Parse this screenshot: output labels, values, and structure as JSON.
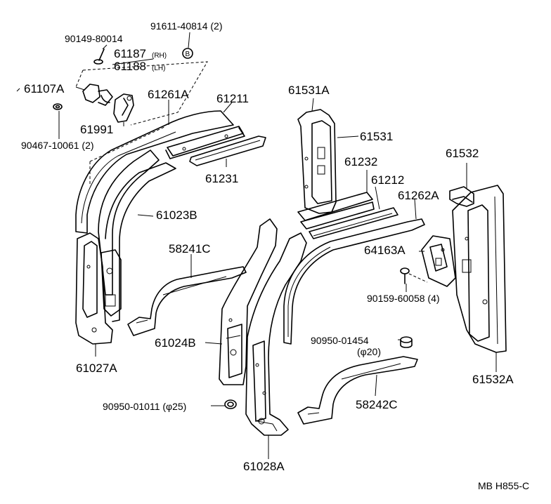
{
  "diagram_code": "MB H855-C",
  "parts": {
    "p90149_80014": "90149-80014",
    "p91611_40814": "91611-40814 (2)",
    "p61187": "61187",
    "p61187_side": "(RH)",
    "p61188": "61188",
    "p61188_side": "(LH)",
    "pB_marker": "B",
    "p61107A": "61107A",
    "p61261A": "61261A",
    "p61211": "61211",
    "p61991": "61991",
    "p90467_10061": "90467-10061 (2)",
    "p61231": "61231",
    "p61023B": "61023B",
    "p58241C": "58241C",
    "p61027A": "61027A",
    "p61531A": "61531A",
    "p61531": "61531",
    "p61232": "61232",
    "p61212": "61212",
    "p61262A": "61262A",
    "p61532": "61532",
    "p64163A": "64163A",
    "p90159_60058": "90159-60058 (4)",
    "p61024B": "61024B",
    "p90950_01454": "90950-01454",
    "p90950_01454_dia": "(φ20)",
    "p58242C": "58242C",
    "p61532A": "61532A",
    "p90950_01011": "90950-01011 (φ25)",
    "p61028A": "61028A"
  }
}
